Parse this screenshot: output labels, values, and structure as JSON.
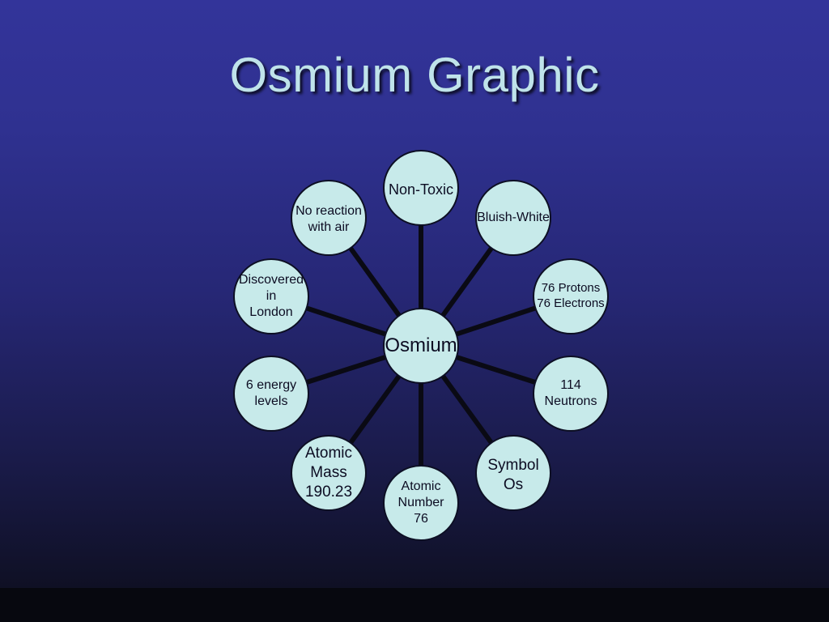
{
  "title": "Osmium Graphic",
  "diagram": {
    "center": "Osmium",
    "nodes": [
      {
        "id": "non-toxic",
        "label": "Non-Toxic"
      },
      {
        "id": "bluish-white",
        "label": "Bluish-White"
      },
      {
        "id": "protons-electrons",
        "label": "76 Protons\n76 Electrons"
      },
      {
        "id": "neutrons",
        "label": "114\nNeutrons"
      },
      {
        "id": "symbol",
        "label": "Symbol\nOs"
      },
      {
        "id": "atomic-number",
        "label": "Atomic\nNumber\n76"
      },
      {
        "id": "atomic-mass",
        "label": "Atomic\nMass\n190.23"
      },
      {
        "id": "energy-levels",
        "label": "6 energy\nlevels"
      },
      {
        "id": "discovered",
        "label": "Discovered\nin\nLondon"
      },
      {
        "id": "no-reaction",
        "label": "No reaction\nwith air"
      }
    ]
  },
  "colors": {
    "background_top": "#33349a",
    "background_bottom": "#0f1024",
    "title": "#bfe3ea",
    "node_fill": "#c7eaea",
    "spoke": "#0a0a14"
  }
}
